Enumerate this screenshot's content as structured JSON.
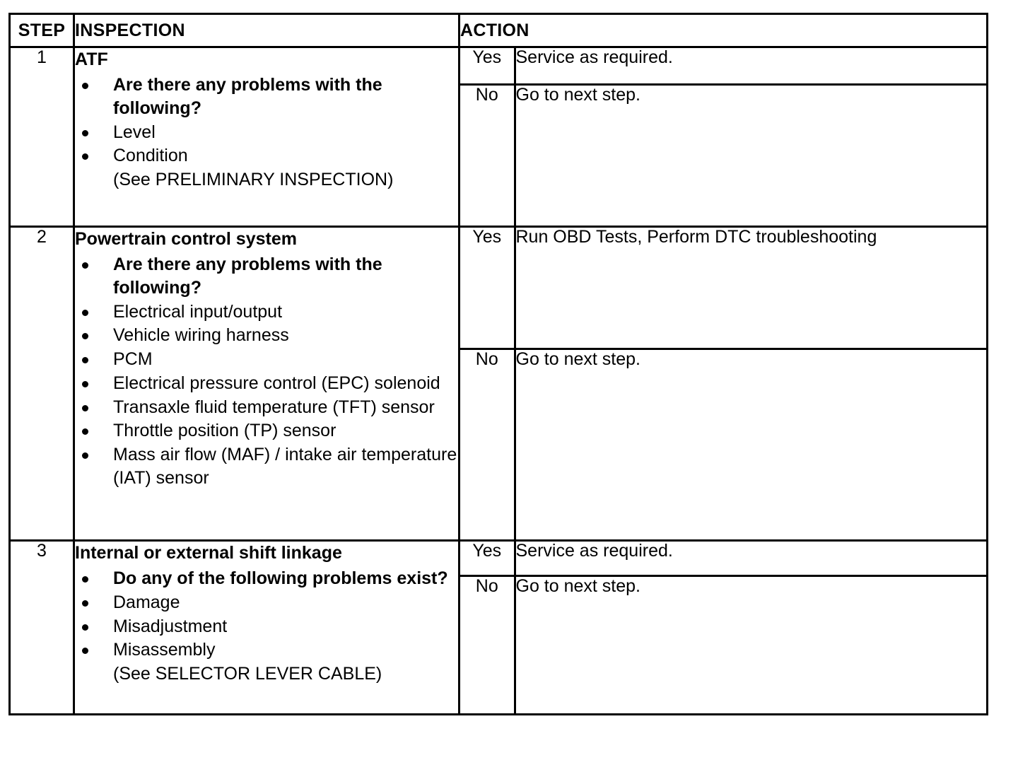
{
  "table": {
    "headers": {
      "step": "STEP",
      "inspection": "INSPECTION",
      "action": "ACTION"
    },
    "rows": [
      {
        "step": "1",
        "title": "ATF",
        "bullets": [
          {
            "text": "Are there any problems with the following?",
            "bold": true,
            "bullet": true
          },
          {
            "text": "Level",
            "bold": false,
            "bullet": true
          },
          {
            "text": "Condition",
            "bold": false,
            "bullet": true
          },
          {
            "text": "(See PRELIMINARY INSPECTION)",
            "bold": false,
            "bullet": false
          }
        ],
        "outcomes": [
          {
            "label": "Yes",
            "action": "Service as required."
          },
          {
            "label": "No",
            "action": "Go to next step."
          }
        ]
      },
      {
        "step": "2",
        "title": "Powertrain control system",
        "bullets": [
          {
            "text": "Are there any problems with the following?",
            "bold": true,
            "bullet": true
          },
          {
            "text": "Electrical input/output",
            "bold": false,
            "bullet": true
          },
          {
            "text": "Vehicle wiring harness",
            "bold": false,
            "bullet": true
          },
          {
            "text": "PCM",
            "bold": false,
            "bullet": true
          },
          {
            "text": "Electrical pressure control (EPC) solenoid",
            "bold": false,
            "bullet": true
          },
          {
            "text": "Transaxle fluid temperature (TFT) sensor",
            "bold": false,
            "bullet": true
          },
          {
            "text": "Throttle position (TP) sensor",
            "bold": false,
            "bullet": true
          },
          {
            "text": "Mass air flow (MAF) / intake air temperature (IAT) sensor",
            "bold": false,
            "bullet": true
          }
        ],
        "outcomes": [
          {
            "label": "Yes",
            "action": "Run OBD Tests, Perform DTC troubleshooting"
          },
          {
            "label": "No",
            "action": "Go to next step."
          }
        ]
      },
      {
        "step": "3",
        "title": "Internal or external shift linkage",
        "bullets": [
          {
            "text": "Do any of the following problems exist?",
            "bold": true,
            "bullet": true
          },
          {
            "text": "Damage",
            "bold": false,
            "bullet": true
          },
          {
            "text": "Misadjustment",
            "bold": false,
            "bullet": true
          },
          {
            "text": "Misassembly",
            "bold": false,
            "bullet": true
          },
          {
            "text": "(See SELECTOR LEVER CABLE)",
            "bold": false,
            "bullet": false
          }
        ],
        "outcomes": [
          {
            "label": "Yes",
            "action": "Service as required."
          },
          {
            "label": "No",
            "action": "Go to next step."
          }
        ]
      }
    ]
  },
  "colors": {
    "ink": "#000000",
    "paper": "#ffffff"
  }
}
